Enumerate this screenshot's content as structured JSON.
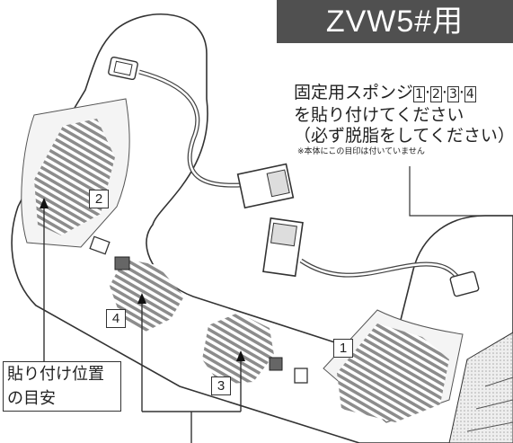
{
  "title": "ZVW5#用",
  "note": {
    "line1_prefix": "固定用スポンジ",
    "numbers": [
      "1",
      "2",
      "3",
      "4"
    ],
    "separator": "·",
    "line2": "を貼り付けてください",
    "line3": "（必ず脱脂をしてください）",
    "line4": "※本体にこの目印は付いていません"
  },
  "labels": {
    "n1": "1",
    "n2": "2",
    "n3": "3",
    "n4": "4"
  },
  "guide": {
    "line1": "貼り付け位置",
    "line2": "の目安"
  },
  "colors": {
    "banner_bg": "#505050",
    "line": "#333333",
    "hatch": "#9a9a9a"
  }
}
